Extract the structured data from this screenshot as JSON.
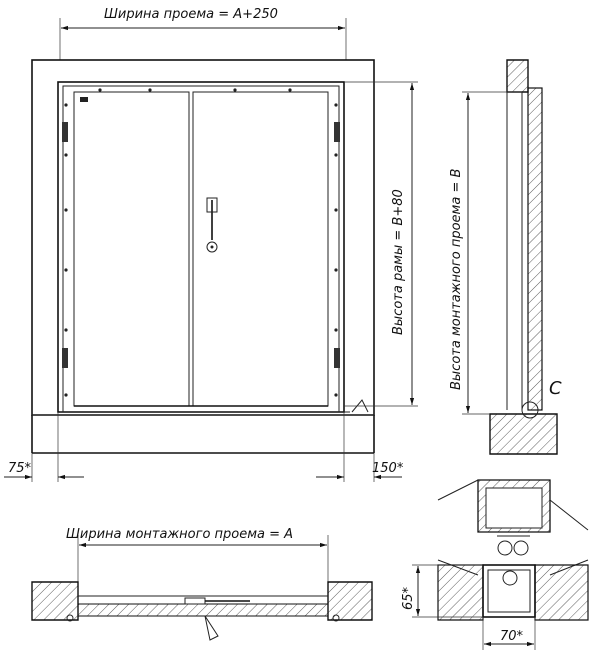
{
  "labels": {
    "opening_width": "Ширина проема = A+250",
    "frame_height": "Высота рамы = B+80",
    "mounting_height": "Высота монтажного проема = B",
    "left_offset": "75*",
    "right_offset": "150*",
    "mounting_width": "Ширина монтажного проема = A",
    "detail_marker": "C",
    "detail_height": "65*",
    "detail_width": "70*"
  },
  "colors": {
    "line": "#222222"
  }
}
